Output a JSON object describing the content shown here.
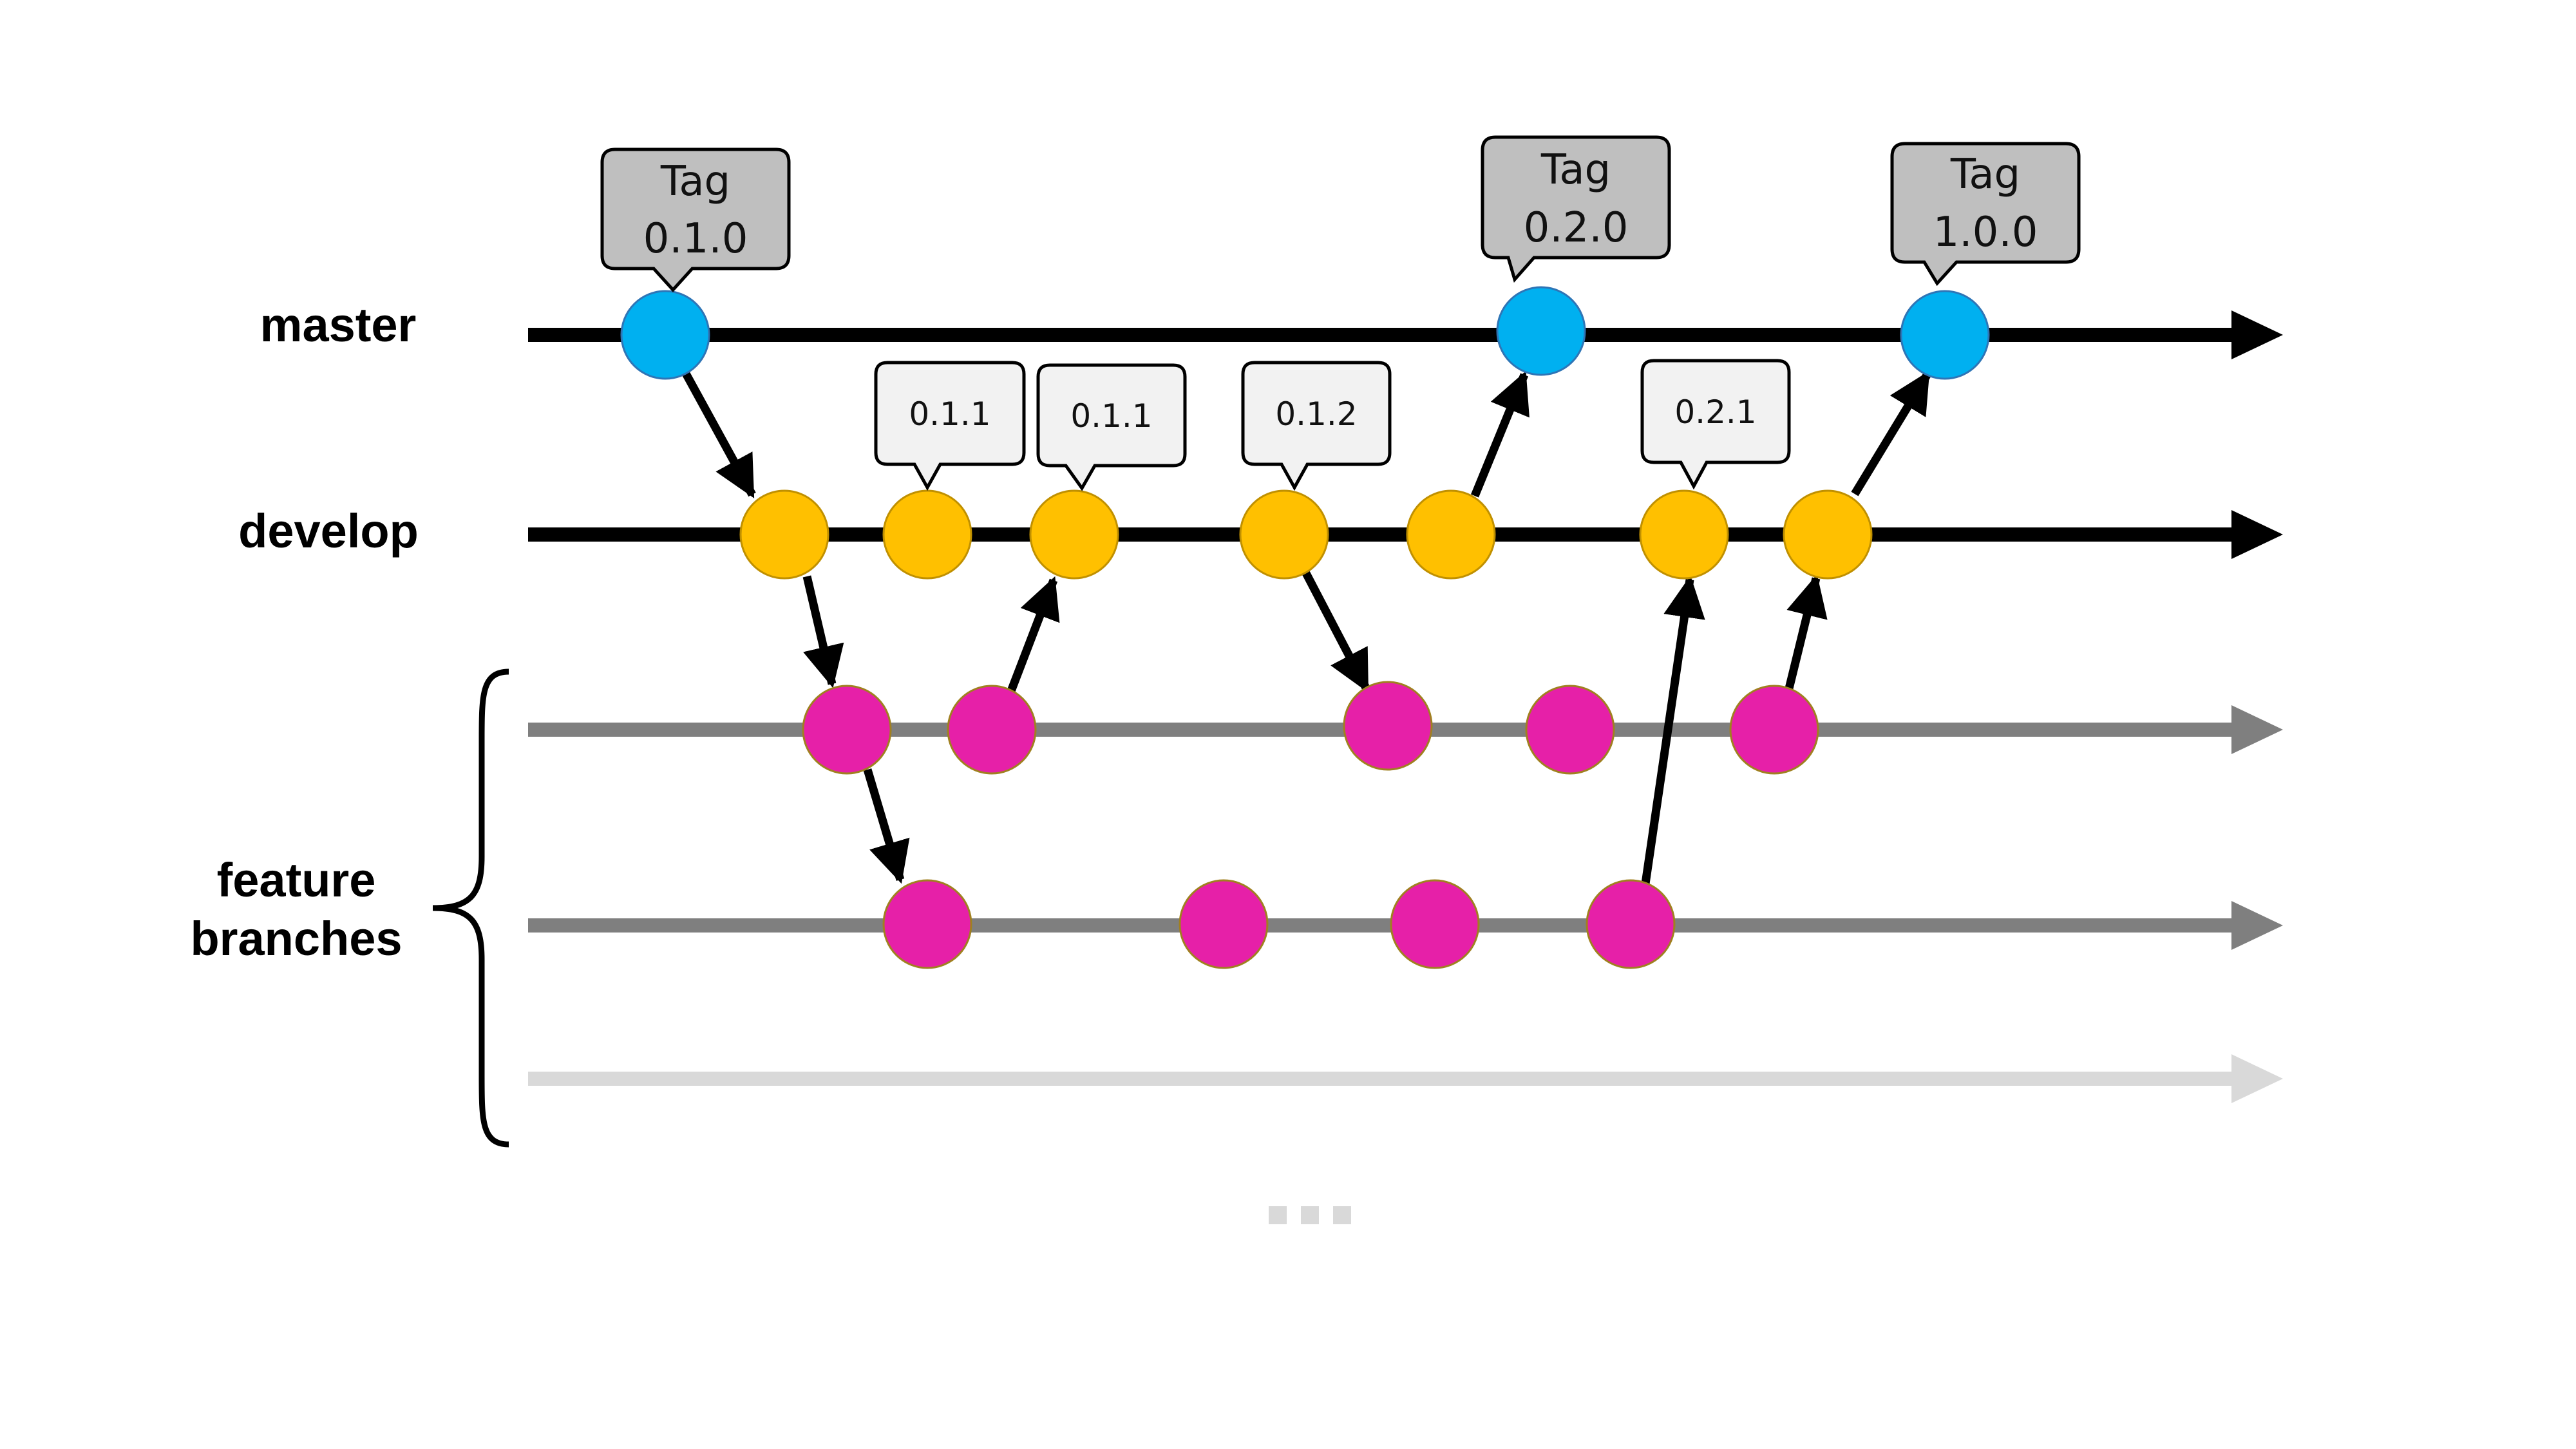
{
  "lanes": {
    "master": "master",
    "develop": "develop",
    "feature_line1": "feature",
    "feature_line2": "branches"
  },
  "master_tags": [
    {
      "word": "Tag",
      "version": "0.1.0"
    },
    {
      "word": "Tag",
      "version": "0.2.0"
    },
    {
      "word": "Tag",
      "version": "1.0.0"
    }
  ],
  "develop_versions": [
    "0.1.1",
    "0.1.1",
    "0.1.2",
    "0.2.1"
  ],
  "ellipsis": "...",
  "colors": {
    "master_commit": "#00b0f0",
    "develop_commit": "#ffc000",
    "feature_commit": "#e620a8",
    "main_line": "#000000",
    "feature_line": "#7f7f7f",
    "future_line": "#d9d9d9",
    "tag_fill": "#bfbfbf",
    "version_fill": "#f2f2f2"
  }
}
